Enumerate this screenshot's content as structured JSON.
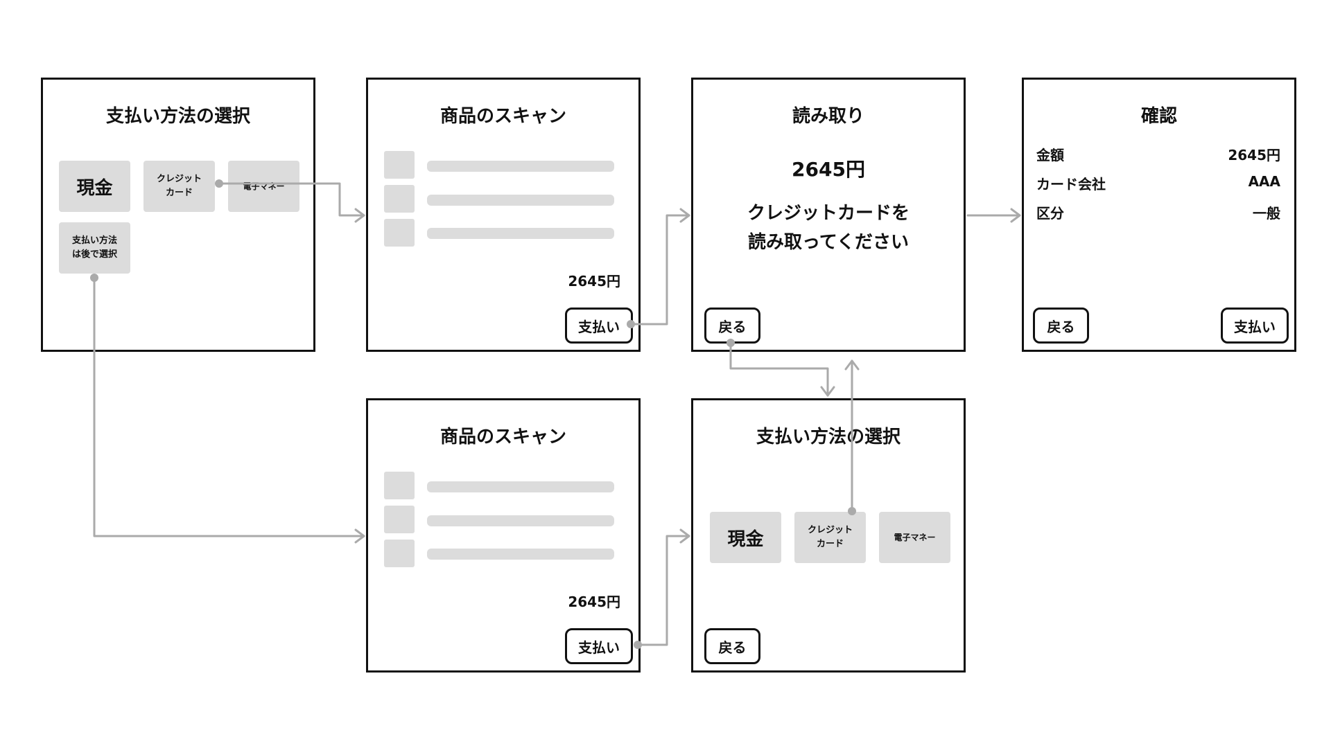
{
  "screen1": {
    "title": "支払い方法の選択",
    "options": [
      "現金",
      "クレジット\nカード",
      "電子マネー",
      "支払い方法\nは後で選択"
    ]
  },
  "screen2": {
    "title": "商品のスキャン",
    "total": "2645円",
    "pay_button": "支払い"
  },
  "screen3": {
    "title": "読み取り",
    "amount": "2645円",
    "message_line1": "クレジットカードを",
    "message_line2": "読み取ってください",
    "back_button": "戻る"
  },
  "screen4": {
    "title": "確認",
    "rows": [
      {
        "label": "金額",
        "value": "2645円"
      },
      {
        "label": "カード会社",
        "value": "AAA"
      },
      {
        "label": "区分",
        "value": "一般"
      }
    ],
    "back_button": "戻る",
    "pay_button": "支払い"
  },
  "screen5": {
    "title": "商品のスキャン",
    "total": "2645円",
    "pay_button": "支払い"
  },
  "screen6": {
    "title": "支払い方法の選択",
    "options": [
      "現金",
      "クレジット\nカード",
      "電子マネー"
    ],
    "back_button": "戻る"
  },
  "colors": {
    "border": "#111111",
    "tile": "#dcdcdc",
    "arrow": "#aaaaaa"
  }
}
